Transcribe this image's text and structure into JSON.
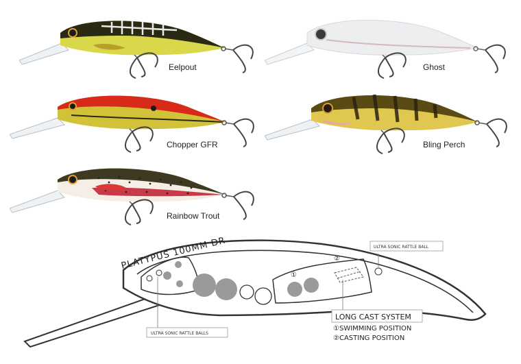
{
  "lures": [
    {
      "name": "Eelpout",
      "colors": {
        "back": "#2a2a14",
        "belly": "#d8d84a",
        "accent": "#eaeaea"
      }
    },
    {
      "name": "Ghost",
      "colors": {
        "back": "#e6e6ea",
        "belly": "#f4f0f2",
        "accent": "#d8b8c0"
      }
    },
    {
      "name": "Chopper GFR",
      "colors": {
        "back": "#d82a18",
        "belly": "#d2c23a",
        "accent": "#2a2a14"
      }
    },
    {
      "name": "Bling Perch",
      "colors": {
        "back": "#5a4a14",
        "belly": "#e0c850",
        "accent": "#2a2210"
      }
    },
    {
      "name": "Rainbow Trout",
      "colors": {
        "back": "#3e3a22",
        "belly": "#f4eee6",
        "accent": "#c83a4a"
      }
    }
  ],
  "diagram": {
    "title": "PLATYPUS 100MM DR",
    "rattle_ball_label": "ULTRA SONIC RATTLE BALL",
    "rattle_balls_label": "ULTRA SONIC RATTLE BALLS",
    "long_cast_title": "LONG CAST SYSTEM",
    "swimming_position": "①SWIMMING POSITION",
    "casting_position": "②CASTING POSITION",
    "marker_1": "①",
    "marker_2": "②"
  }
}
